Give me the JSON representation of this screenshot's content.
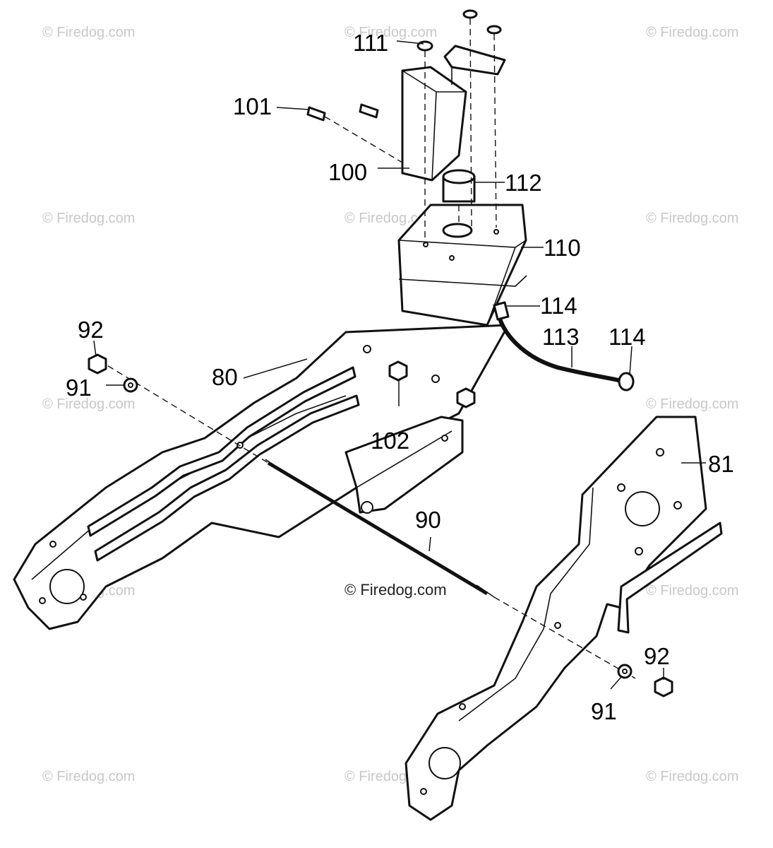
{
  "watermark": "© Firedog.com",
  "callouts": {
    "c111": "111",
    "c101": "101",
    "c100": "100",
    "c112": "112",
    "c110": "110",
    "c114a": "114",
    "c113": "113",
    "c114b": "114",
    "c92a": "92",
    "c91a": "91",
    "c80": "80",
    "c102": "102",
    "c81": "81",
    "c90": "90",
    "c92b": "92",
    "c91b": "91"
  }
}
